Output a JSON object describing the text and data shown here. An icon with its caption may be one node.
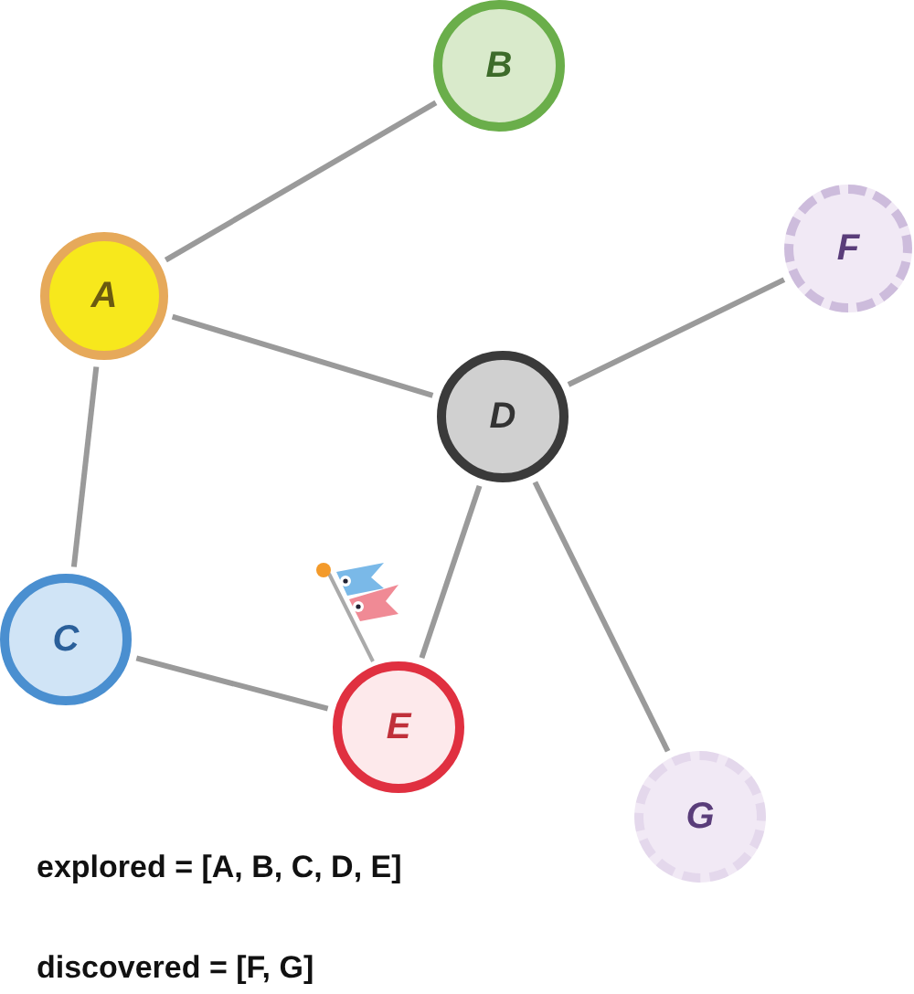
{
  "diagram": {
    "nodes": [
      {
        "text": [
          "B"
        ]
      },
      {
        "text": [
          "F"
        ]
      },
      {
        "text": [
          "A"
        ]
      },
      {
        "text": [
          "D"
        ]
      },
      {
        "text": [
          "C"
        ]
      },
      {
        "text": [
          "E"
        ]
      },
      {
        "text": [
          "G"
        ]
      }
    ],
    "edges": [
      {
        "from": 2,
        "to": 0,
        "arrow": "none"
      },
      {
        "from": 2,
        "to": 3,
        "arrow": "none"
      },
      {
        "from": 2,
        "to": 4,
        "arrow": "none"
      },
      {
        "from": 3,
        "to": 1,
        "arrow": "none"
      },
      {
        "from": 3,
        "to": 5,
        "arrow": "none"
      },
      {
        "from": 3,
        "to": 6,
        "arrow": "none"
      },
      {
        "from": 4,
        "to": 5,
        "arrow": "none"
      }
    ],
    "labels": [
      "explored = [A, B, C, D, E]",
      "discovered = [F, G]"
    ]
  }
}
